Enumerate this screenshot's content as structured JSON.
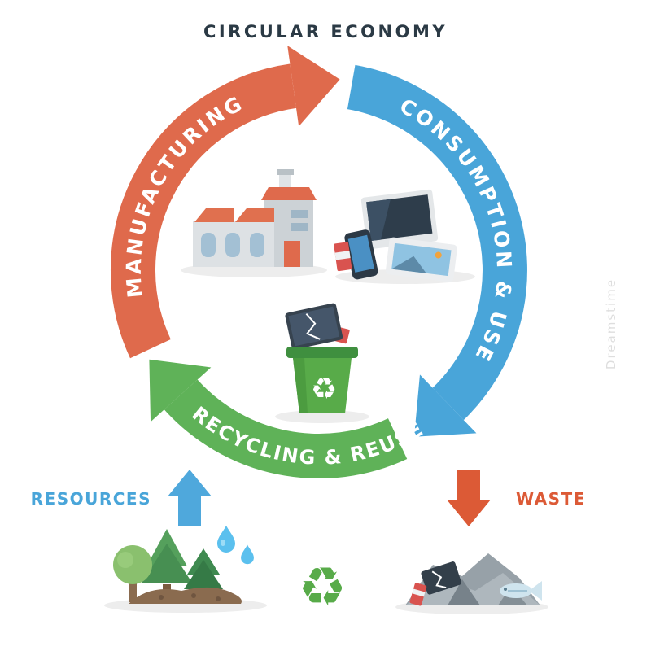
{
  "title": {
    "text": "CIRCULAR ECONOMY",
    "color": "#2B3A45"
  },
  "cycle": {
    "label_color": "#FFFFFF",
    "manufacturing": {
      "label": "MANUFACTURING",
      "color": "#DF6A4C"
    },
    "consumption": {
      "label": "CONSUMPTION & USE",
      "color": "#49A5D9"
    },
    "recycling": {
      "label": "RECYCLING & REUSE",
      "color": "#5FB258"
    }
  },
  "flows": {
    "resources": {
      "label": "RESOURCES",
      "color": "#49A5D9",
      "arrow_color": "#4FA8DC",
      "direction": "up"
    },
    "waste": {
      "label": "WASTE",
      "color": "#DC5A36",
      "arrow_color": "#DC5A36",
      "direction": "down"
    }
  },
  "icons": {
    "factory": "factory-icon",
    "electronics": "electronics-icon",
    "recycling_bin": "recycling-bin-icon",
    "nature_resources": "nature-resources-icon",
    "recycle_symbol": "recycle-symbol-icon",
    "waste_pile": "waste-pile-icon"
  },
  "recycle_glyph": "♻",
  "watermark": "Dreamstime"
}
